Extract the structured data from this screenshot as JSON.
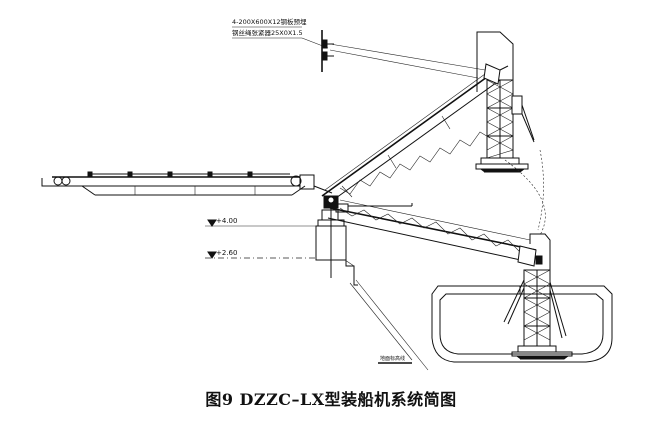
{
  "annotations": {
    "note_line1": "4-200X600X12钢板预埋",
    "note_line2": "钢丝绳张紧器25X0X1.5",
    "elevation_upper": "+4.00",
    "elevation_lower": "+2.60",
    "ground_label": "地面标高线"
  },
  "caption": "图9 DZZC–LX型装船机系统简图"
}
